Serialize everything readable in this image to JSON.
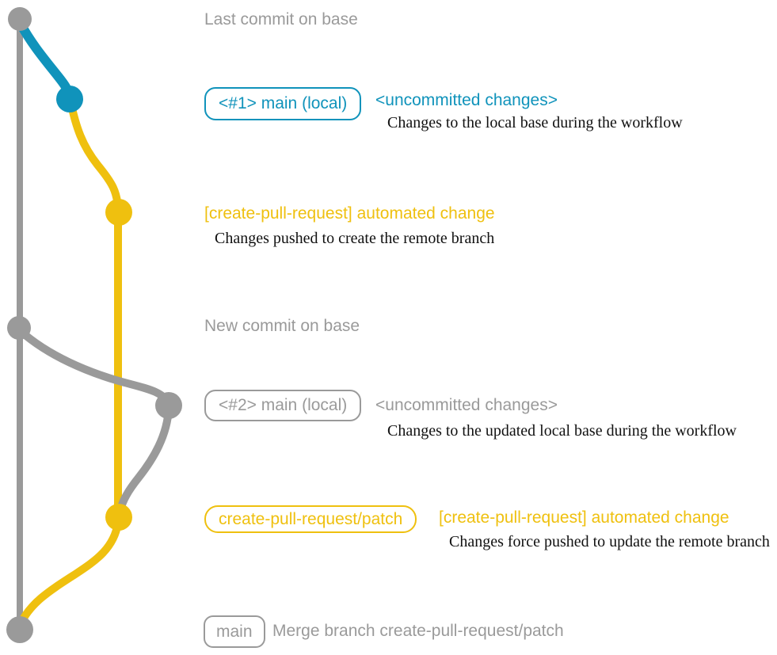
{
  "colors": {
    "teal": "#1093bb",
    "yellow": "#efc00f",
    "gray": "#9a9a9a",
    "ink": "#111111",
    "bg": "#ffffff"
  },
  "graph": {
    "commits": [
      {
        "id": "last-commit-on-base",
        "color": "gray"
      },
      {
        "id": "local-main-1",
        "color": "teal"
      },
      {
        "id": "automated-change-1",
        "color": "yellow"
      },
      {
        "id": "new-commit-on-base",
        "color": "gray"
      },
      {
        "id": "local-main-2",
        "color": "gray"
      },
      {
        "id": "automated-change-2",
        "color": "yellow"
      },
      {
        "id": "merge-commit",
        "color": "gray"
      }
    ]
  },
  "annotations": {
    "last_commit_title": "Last commit on base",
    "main_local_1": {
      "badge": "<#1> main (local)",
      "label": "<uncommitted changes>",
      "desc": "Changes to the local base during the workflow"
    },
    "automated_change_1": {
      "label": "[create-pull-request] automated change",
      "desc": "Changes pushed to create the remote branch"
    },
    "new_commit_title": "New commit on base",
    "main_local_2": {
      "badge": "<#2> main (local)",
      "label": "<uncommitted changes>",
      "desc": "Changes to the updated local base during the workflow"
    },
    "patch_branch": {
      "badge": "create-pull-request/patch",
      "label": "[create-pull-request] automated change",
      "desc": "Changes force pushed to update the remote branch"
    },
    "merge": {
      "badge": "main",
      "label": "Merge branch create-pull-request/patch"
    }
  }
}
